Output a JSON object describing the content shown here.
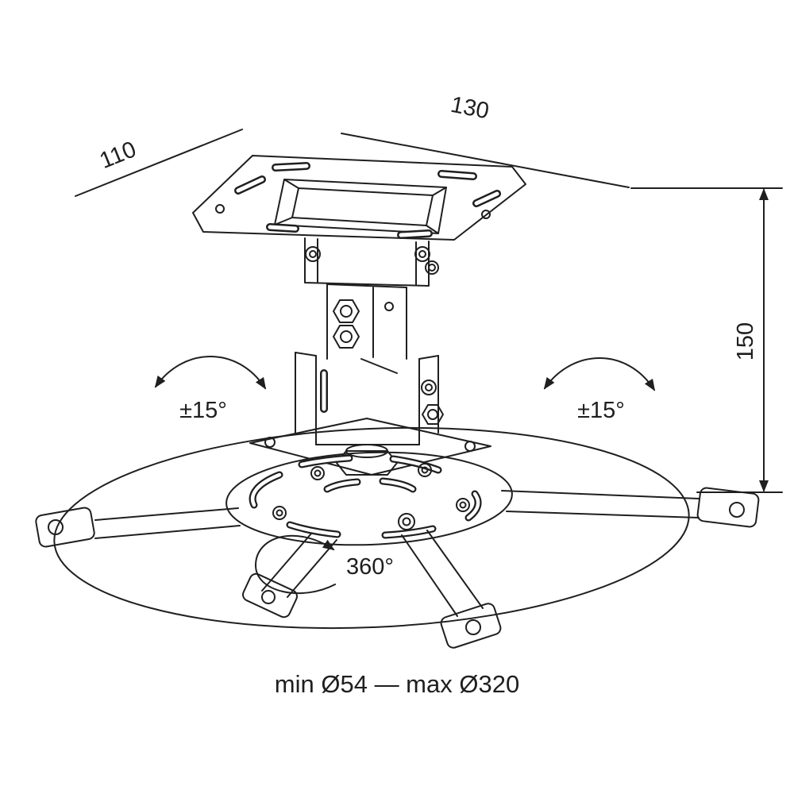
{
  "diagram": {
    "colors": {
      "line": "#1f1f1f",
      "background": "#ffffff"
    },
    "dimensions": {
      "plate_width": "130",
      "plate_depth": "110",
      "mount_height": "150"
    },
    "annotations": {
      "tilt_left": "±15°",
      "tilt_right": "±15°",
      "swivel": "360°"
    },
    "caption": "min Ø54 — max Ø320"
  }
}
